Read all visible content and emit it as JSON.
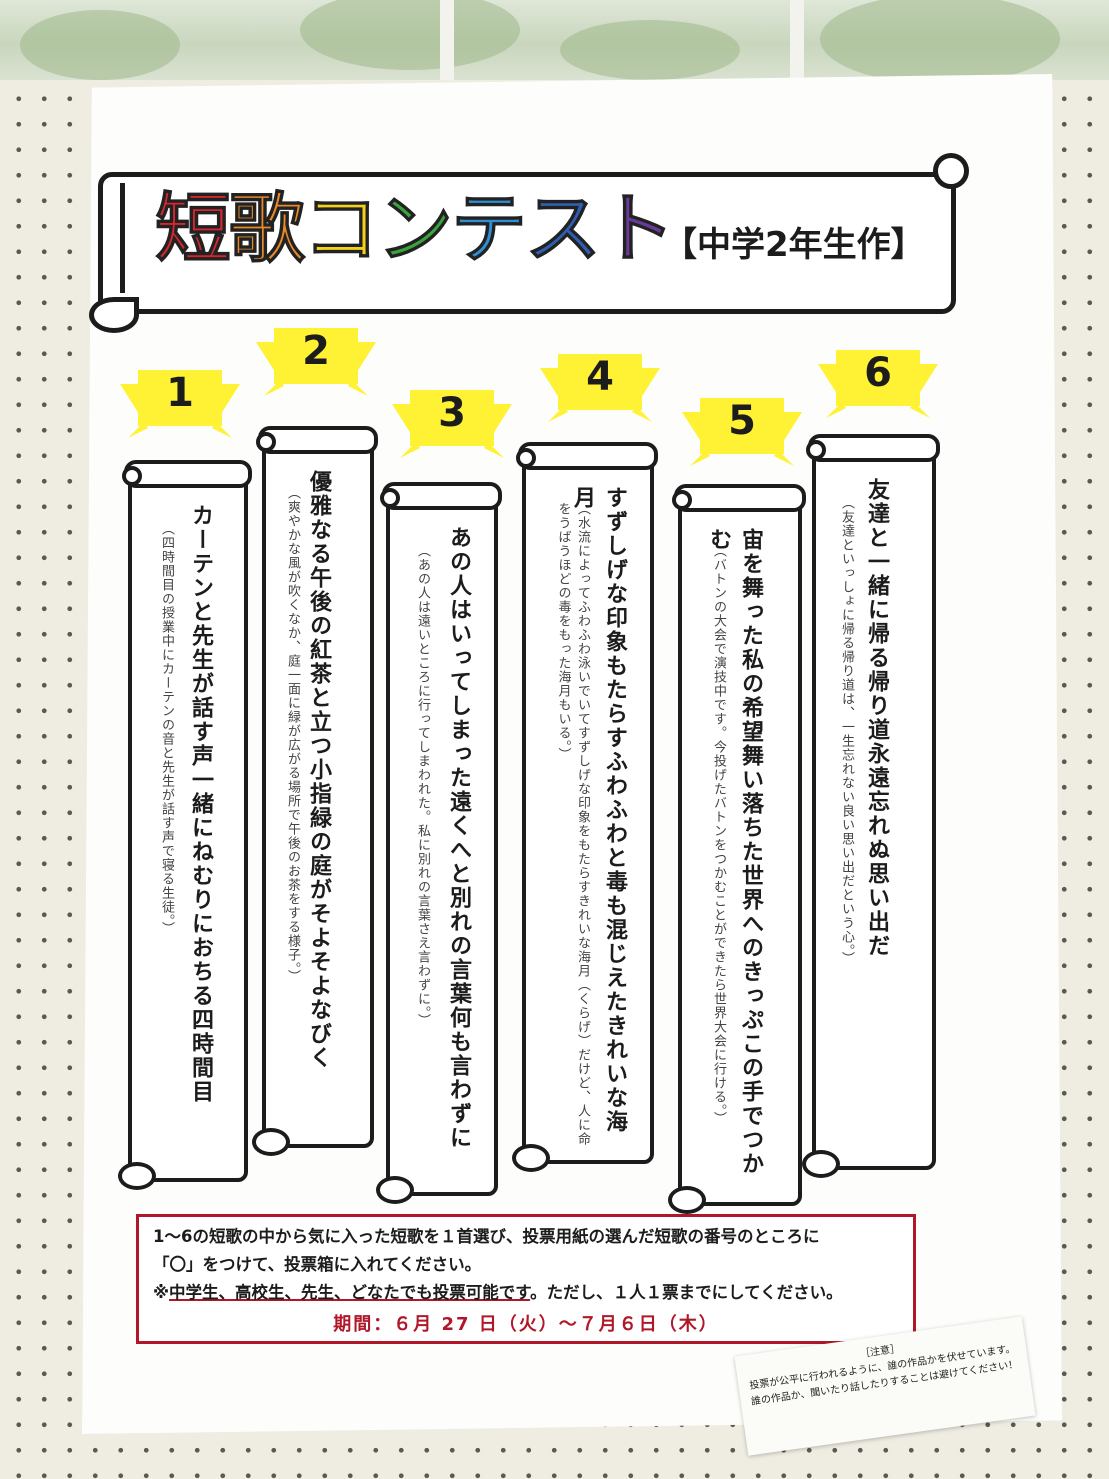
{
  "poster": {
    "title_chars": [
      {
        "ch": "短",
        "color": "#d6262e"
      },
      {
        "ch": "歌",
        "color": "#e9892a"
      },
      {
        "ch": "コ",
        "color": "#f4d21c"
      },
      {
        "ch": "ン",
        "color": "#3aa43c"
      },
      {
        "ch": "テ",
        "color": "#2f8fd6"
      },
      {
        "ch": "ス",
        "color": "#2d5fb4"
      },
      {
        "ch": "ト",
        "color": "#6a3a9a"
      }
    ],
    "title_sub": "【中学2年生作】",
    "colors": {
      "ribbon": "#fff133",
      "frame": "#1c1c1c",
      "accent_red": "#b0182a"
    },
    "poems": [
      {
        "number": "1",
        "main": "カーテンと先生が話す声一緒にねむりにおちる四時間目",
        "note": "（四時間目の授業中にカーテンの音と先生が話す声で寝る生徒。）"
      },
      {
        "number": "2",
        "main": "優雅なる午後の紅茶と立つ小指緑の庭がそよそよなびく",
        "note": "（爽やかな風が吹くなか、庭一面に緑が広がる場所で午後のお茶をする様子。）"
      },
      {
        "number": "3",
        "main": "あの人はいってしまった遠くへと別れの言葉何も言わずに",
        "note": "（あの人は遠いところに行ってしまわれた。私に別れの言葉さえ言わずに。）"
      },
      {
        "number": "4",
        "main": "すずしげな印象もたらすふわふわと毒も混じえたきれいな海月",
        "note": "（水流によってふわふわ泳いでいてすずしげな印象をもたらすきれいな海月（くらげ）だけど、人に命をうばうほどの毒をもった海月もいる。）"
      },
      {
        "number": "5",
        "main": "宙を舞った私の希望舞い落ちた世界へのきっぷこの手でつかむ",
        "note": "（バトンの大会で演技中です。今投げたバトンをつかむことができたら世界大会に行ける。）"
      },
      {
        "number": "6",
        "main": "友達と一緒に帰る帰り道永遠忘れぬ思い出だ",
        "note": "（友達といっしょに帰る帰り道は、一生忘れない良い思い出だという心。）"
      }
    ],
    "info": {
      "line1": "1～6の短歌の中から気に入った短歌を１首選び、投票用紙の選んだ短歌の番号のところに",
      "line2": "「〇」をつけて、投票箱に入れてください。",
      "line3_prefix": "※",
      "line3_underlined": "中学生、高校生、先生、どなたでも投票可能です",
      "line3_suffix": "。ただし、１人１票までにしてください。",
      "period": "期間：６月 27 日（火）～７月６日（木）"
    },
    "sticky_note": {
      "heading": "［注意］",
      "line1": "投票が公平に行われるように、誰の作品かを伏せています。",
      "line2": "誰の作品か、聞いたり話したりすることは避けてください！"
    }
  }
}
